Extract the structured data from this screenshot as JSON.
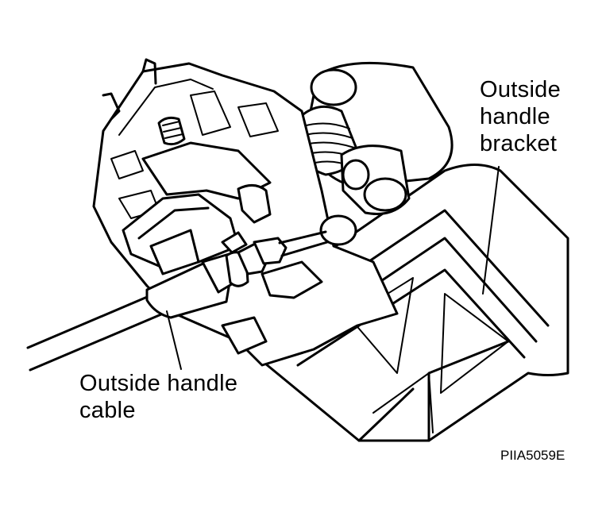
{
  "labels": {
    "bracket": [
      "Outside",
      "handle",
      "bracket"
    ],
    "cable": [
      "Outside handle",
      "cable"
    ],
    "code": "PIIA5059E"
  },
  "colors": {
    "ink": "#000000",
    "paper": "#ffffff"
  }
}
